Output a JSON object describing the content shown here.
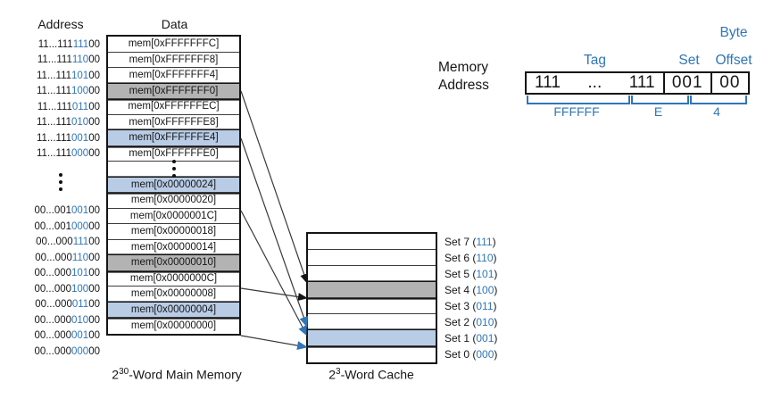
{
  "colors": {
    "accent_blue": "#2f76b8",
    "row_blue_fill": "#b9cce6",
    "row_gray_fill": "#b3b3b3",
    "line_dark": "#3a3a3a",
    "border_black": "#141414"
  },
  "memory": {
    "address_header": "Address",
    "data_header": "Data",
    "caption_base": "2",
    "caption_exp": "30",
    "caption_rest": "-Word Main Memory",
    "rows_top": [
      {
        "addr_pre": "11...111",
        "addr_set": "111",
        "addr_post": "00",
        "data": "mem[0xFFFFFFFC]",
        "highlight": "none"
      },
      {
        "addr_pre": "11...111",
        "addr_set": "110",
        "addr_post": "00",
        "data": "mem[0xFFFFFFF8]",
        "highlight": "none"
      },
      {
        "addr_pre": "11...111",
        "addr_set": "101",
        "addr_post": "00",
        "data": "mem[0xFFFFFFF4]",
        "highlight": "none"
      },
      {
        "addr_pre": "11...111",
        "addr_set": "100",
        "addr_post": "00",
        "data": "mem[0xFFFFFFF0]",
        "highlight": "gray"
      },
      {
        "addr_pre": "11...111",
        "addr_set": "011",
        "addr_post": "00",
        "data": "mem[0xFFFFFFEC]",
        "highlight": "none"
      },
      {
        "addr_pre": "11...111",
        "addr_set": "010",
        "addr_post": "00",
        "data": "mem[0xFFFFFFE8]",
        "highlight": "none"
      },
      {
        "addr_pre": "11...111",
        "addr_set": "001",
        "addr_post": "00",
        "data": "mem[0xFFFFFFE4]",
        "highlight": "blue"
      },
      {
        "addr_pre": "11...111",
        "addr_set": "000",
        "addr_post": "00",
        "data": "mem[0xFFFFFFE0]",
        "highlight": "none"
      }
    ],
    "rows_bottom": [
      {
        "addr_pre": "00...001",
        "addr_set": "001",
        "addr_post": "00",
        "data": "mem[0x00000024]",
        "highlight": "blue"
      },
      {
        "addr_pre": "00...001",
        "addr_set": "000",
        "addr_post": "00",
        "data": "mem[0x00000020]",
        "highlight": "none"
      },
      {
        "addr_pre": "00...000",
        "addr_set": "111",
        "addr_post": "00",
        "data": "mem[0x0000001C]",
        "highlight": "none"
      },
      {
        "addr_pre": "00...000",
        "addr_set": "110",
        "addr_post": "00",
        "data": "mem[0x00000018]",
        "highlight": "none"
      },
      {
        "addr_pre": "00...000",
        "addr_set": "101",
        "addr_post": "00",
        "data": "mem[0x00000014]",
        "highlight": "none"
      },
      {
        "addr_pre": "00...000",
        "addr_set": "100",
        "addr_post": "00",
        "data": "mem[0x00000010]",
        "highlight": "gray"
      },
      {
        "addr_pre": "00...000",
        "addr_set": "011",
        "addr_post": "00",
        "data": "mem[0x0000000C]",
        "highlight": "none"
      },
      {
        "addr_pre": "00...000",
        "addr_set": "010",
        "addr_post": "00",
        "data": "mem[0x00000008]",
        "highlight": "none"
      },
      {
        "addr_pre": "00...000",
        "addr_set": "001",
        "addr_post": "00",
        "data": "mem[0x00000004]",
        "highlight": "blue"
      },
      {
        "addr_pre": "00...000",
        "addr_set": "000",
        "addr_post": "00",
        "data": "mem[0x00000000]",
        "highlight": "none"
      }
    ]
  },
  "cache": {
    "caption_base": "2",
    "caption_exp": "3",
    "caption_rest": "-Word Cache",
    "sets": [
      {
        "prefix": "Set 7 (",
        "bits": "111",
        "suffix": ")",
        "highlight": "none"
      },
      {
        "prefix": "Set 6 (",
        "bits": "110",
        "suffix": ")",
        "highlight": "none"
      },
      {
        "prefix": "Set 5 (",
        "bits": "101",
        "suffix": ")",
        "highlight": "none"
      },
      {
        "prefix": "Set 4 (",
        "bits": "100",
        "suffix": ")",
        "highlight": "gray"
      },
      {
        "prefix": "Set 3 (",
        "bits": "011",
        "suffix": ")",
        "highlight": "none"
      },
      {
        "prefix": "Set 2 (",
        "bits": "010",
        "suffix": ")",
        "highlight": "none"
      },
      {
        "prefix": "Set 1 (",
        "bits": "001",
        "suffix": ")",
        "highlight": "blue"
      },
      {
        "prefix": "Set 0 (",
        "bits": "000",
        "suffix": ")",
        "highlight": "none"
      }
    ]
  },
  "address_breakdown": {
    "label_line1": "Memory",
    "label_line2": "Address",
    "byte_label": "Byte",
    "tag_label": "Tag",
    "set_label": "Set",
    "offset_label": "Offset",
    "tag_left": "111",
    "tag_dots": "...",
    "tag_right": "111",
    "set_bits": "001",
    "offset_bits": "00",
    "hex_tag": "FFFFFF",
    "hex_mid": "E",
    "hex_low": "4"
  },
  "mappings": [
    {
      "from": "mem[0xFFFFFFF0]",
      "to": "Set 4",
      "color": "black"
    },
    {
      "from": "mem[0x00000010]",
      "to": "Set 4",
      "color": "black"
    },
    {
      "from": "mem[0xFFFFFFE4]",
      "to": "Set 1",
      "color": "blue"
    },
    {
      "from": "mem[0x00000024]",
      "to": "Set 1",
      "color": "blue"
    },
    {
      "from": "mem[0x00000004]",
      "to": "Set 1",
      "color": "blue"
    }
  ]
}
